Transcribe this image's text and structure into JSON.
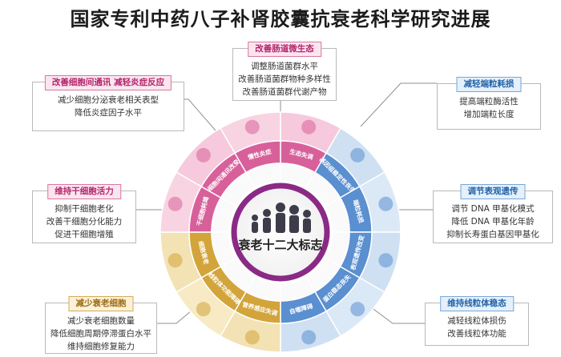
{
  "title": "国家专利中药八子补肾胶囊抗衰老科学研究进展",
  "colors": {
    "pink": "#d8609a",
    "blue": "#5a8fd0",
    "gold": "#d2a43a",
    "purple": "#8a2a86"
  },
  "hub": {
    "label": "衰老十二大标志"
  },
  "segments": [
    "生态失调",
    "基因组稳定性丧失",
    "端粒耗损",
    "表观遗传改变",
    "蛋白稳态丧失",
    "自噬障碍",
    "营养感应失调",
    "线粒体功能障碍",
    "细胞衰老",
    "干细胞耗竭",
    "细胞间通讯改变",
    "慢性炎症"
  ],
  "boxes": {
    "gut": {
      "header": "改善肠道微生态",
      "lines": [
        "调整肠道菌群水平",
        "改善肠道菌群物种多样性",
        "改善肠道菌群代谢产物"
      ]
    },
    "comm": {
      "header": "改善细胞间通讯  减轻炎症反应",
      "lines": [
        "减少细胞分泌衰老相关表型",
        "降低炎症因子水平"
      ]
    },
    "telo": {
      "header": "减轻端粒耗损",
      "lines": [
        "提高端粒酶活性",
        "增加端粒长度"
      ]
    },
    "stem": {
      "header": "维持干细胞活力",
      "lines": [
        "抑制干细胞老化",
        "改善干细胞分化能力",
        "促进干细胞增殖"
      ]
    },
    "epi": {
      "header": "调节表观遗传",
      "lines": [
        "调节 DNA 甲基化模式",
        "降低 DNA 甲基化年龄",
        "抑制长寿蛋白基因甲基化"
      ]
    },
    "sen": {
      "header": "减少衰老细胞",
      "lines": [
        "减少衰老细胞数量",
        "降低细胞周期停滞蛋白水平",
        "维持细胞修复能力"
      ]
    },
    "mito": {
      "header": "维持线粒体稳态",
      "lines": [
        "减轻线粒体损伤",
        "改善线粒体功能"
      ]
    }
  }
}
